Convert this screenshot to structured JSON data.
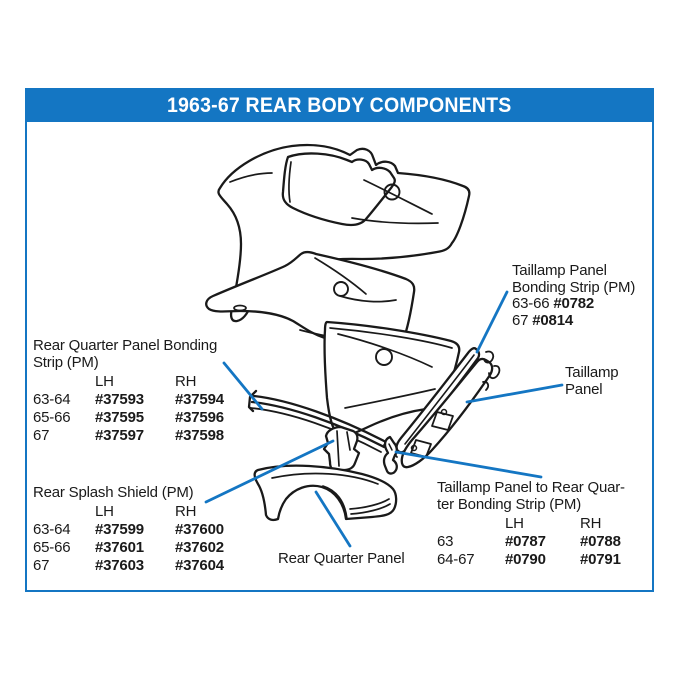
{
  "page": {
    "title": "1963-67 REAR BODY COMPONENTS"
  },
  "colors": {
    "accent_blue": "#1476c3",
    "line_black": "#1a1a1a",
    "background": "#ffffff"
  },
  "labels": {
    "rear_quarter_bonding": {
      "title_line1": "Rear Quarter Panel Bonding",
      "title_line2": "Strip (PM)",
      "col_lh": "LH",
      "col_rh": "RH",
      "rows": [
        {
          "year": "63-64",
          "lh": "#37593",
          "rh": "#37594"
        },
        {
          "year": "65-66",
          "lh": "#37595",
          "rh": "#37596"
        },
        {
          "year": "67",
          "lh": "#37597",
          "rh": "#37598"
        }
      ]
    },
    "taillamp_bonding": {
      "title_line1": "Taillamp Panel",
      "title_line2": "Bonding Strip (PM)",
      "rows": [
        {
          "year": "63-66",
          "part": "#0782"
        },
        {
          "year": "67",
          "part": "#0814"
        }
      ]
    },
    "taillamp_panel": {
      "line1": "Taillamp",
      "line2": "Panel"
    },
    "rear_splash": {
      "title": "Rear Splash Shield (PM)",
      "col_lh": "LH",
      "col_rh": "RH",
      "rows": [
        {
          "year": "63-64",
          "lh": "#37599",
          "rh": "#37600"
        },
        {
          "year": "65-66",
          "lh": "#37601",
          "rh": "#37602"
        },
        {
          "year": "67",
          "lh": "#37603",
          "rh": "#37604"
        }
      ]
    },
    "rear_quarter_panel": {
      "label": "Rear Quarter Panel"
    },
    "taillamp_to_quarter": {
      "title_line1": "Taillamp Panel to Rear Quar-",
      "title_line2": "ter Bonding Strip (PM)",
      "col_lh": "LH",
      "col_rh": "RH",
      "rows": [
        {
          "year": "63",
          "lh": "#0787",
          "rh": "#0788"
        },
        {
          "year": "64-67",
          "lh": "#0790",
          "rh": "#0791"
        }
      ]
    }
  }
}
